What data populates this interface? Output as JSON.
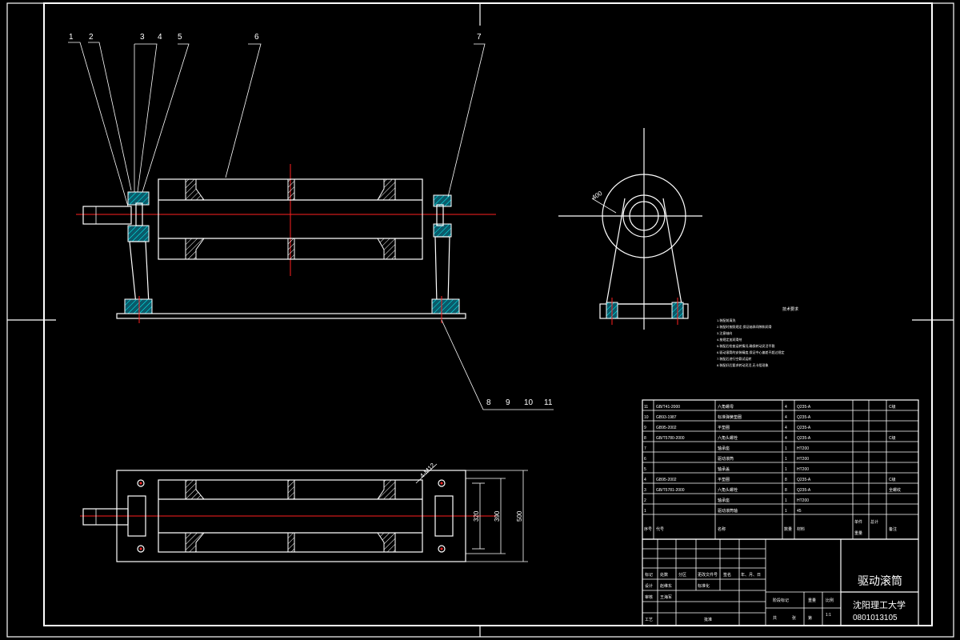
{
  "title_block": {
    "drawing_name": "驱动滚筒",
    "school": "沈阳理工大学",
    "drawing_number": "0801013105",
    "scale": "1:1",
    "row_labels": [
      "标记",
      "处数",
      "分区",
      "更改文件号",
      "签名",
      "年、月、日"
    ],
    "designer_label": "设计",
    "designer_name": "赵维东",
    "checker_label": "审核",
    "checker_name": "王海军",
    "process_label": "工艺",
    "standardize_label": "标准化",
    "approve_label": "批准",
    "stage_label": "阶段标记",
    "weight_label": "重量",
    "scale_label": "比例",
    "sheet_total": "共",
    "sheet_label": "张",
    "sheet_no": "第"
  },
  "bom": {
    "header": {
      "seq": "序号",
      "code": "代号",
      "name": "名称",
      "qty": "数量",
      "material": "材料",
      "single": "单件",
      "total": "总计",
      "weight": "重量",
      "remark": "备注"
    },
    "rows": [
      {
        "seq": "11",
        "code": "GB/T41-2000",
        "name": "六角螺母",
        "qty": "4",
        "material": "Q235-A",
        "remark": "C级"
      },
      {
        "seq": "10",
        "code": "GB93-1987",
        "name": "标准弹簧垫圈",
        "qty": "4",
        "material": "Q235-A",
        "remark": ""
      },
      {
        "seq": "9",
        "code": "GB95-2002",
        "name": "平垫圈",
        "qty": "4",
        "material": "Q235-A",
        "remark": ""
      },
      {
        "seq": "8",
        "code": "GB/T5780-2000",
        "name": "六角头螺栓",
        "qty": "4",
        "material": "Q235-A",
        "remark": "C级"
      },
      {
        "seq": "7",
        "code": "",
        "name": "轴承座",
        "qty": "1",
        "material": "HT200",
        "remark": ""
      },
      {
        "seq": "6",
        "code": "",
        "name": "驱动滚筒",
        "qty": "1",
        "material": "HT200",
        "remark": ""
      },
      {
        "seq": "5",
        "code": "",
        "name": "轴承盖",
        "qty": "1",
        "material": "HT200",
        "remark": ""
      },
      {
        "seq": "4",
        "code": "GB95-2002",
        "name": "平垫圈",
        "qty": "8",
        "material": "Q235-A",
        "remark": "C级"
      },
      {
        "seq": "3",
        "code": "GB/T5781-2000",
        "name": "六角头螺栓",
        "qty": "8",
        "material": "Q235-A",
        "remark": "全螺纹"
      },
      {
        "seq": "2",
        "code": "",
        "name": "轴承座",
        "qty": "1",
        "material": "HT200",
        "remark": ""
      },
      {
        "seq": "1",
        "code": "",
        "name": "驱动滚筒轴",
        "qty": "1",
        "material": "45",
        "remark": ""
      }
    ]
  },
  "balloons": {
    "top": [
      "1",
      "2",
      "3",
      "4",
      "5",
      "6",
      "7"
    ],
    "bottom": [
      "8",
      "9",
      "10",
      "11"
    ]
  },
  "dimensions": {
    "diameter": "400",
    "hole": "4-M12",
    "inner_width": "320",
    "outer_width": "390",
    "length": "500"
  },
  "tech_requirements": {
    "heading": "技术要求",
    "lines": [
      "1.装配前清洗",
      "2.装配时按照规定,保证轴承间隙和润滑",
      "3.注意轴向",
      "4.按规定加润滑剂",
      "5.装配后检查运转情况,确保转动灵活平稳",
      "6.驱动滚筒的安装精度,保证中心偏差不超过规定",
      "7.装配后进行空载试运转",
      "8.装配好后要求转动灵活,无卡阻现象"
    ]
  }
}
